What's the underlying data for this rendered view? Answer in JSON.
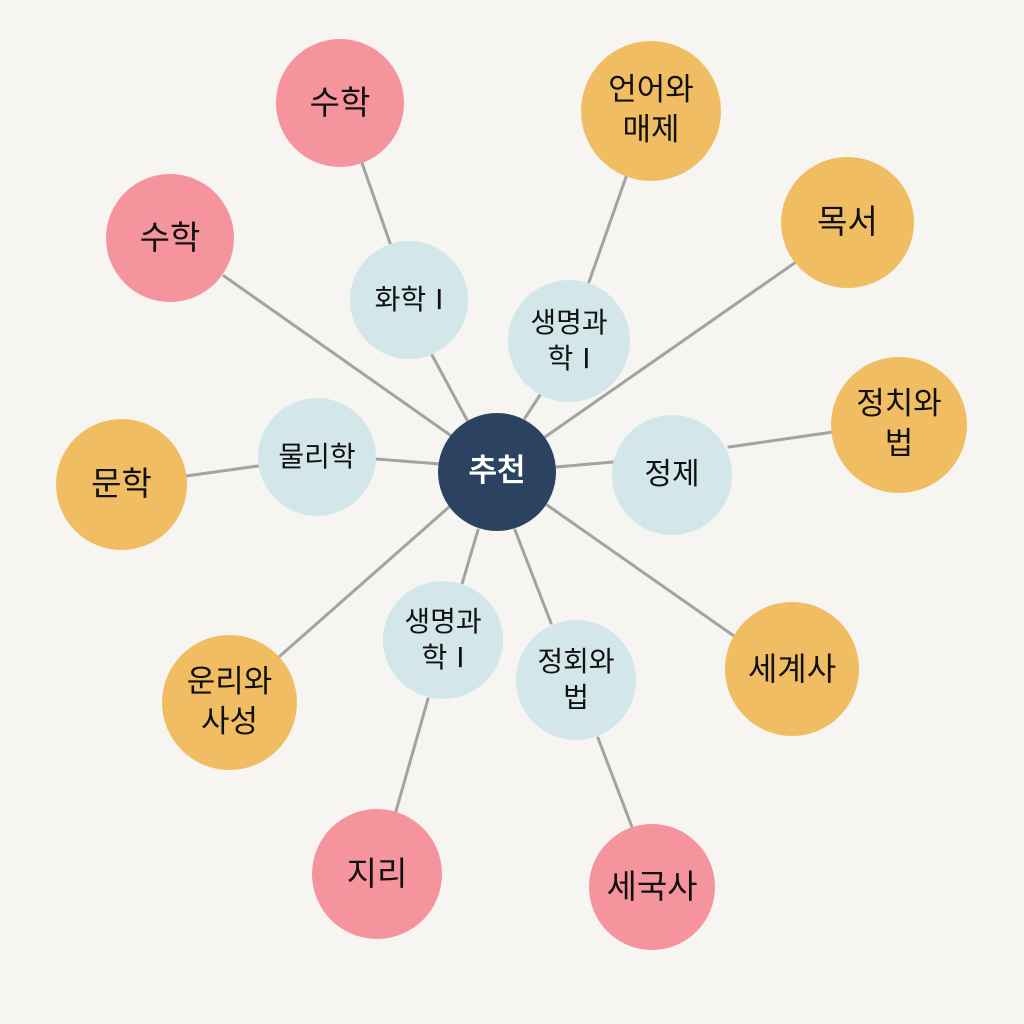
{
  "colors": {
    "background": "#f7f5f1",
    "center": "#2b4361",
    "middle_nodes": "#d3e7ea",
    "pink_nodes": "#f5949d",
    "orange_nodes": "#f1bd63",
    "edges": "#a3a3a3"
  },
  "center": {
    "label": "추천"
  },
  "middle": {
    "hwahak": [
      "화학 I"
    ],
    "saengmyeong1": [
      "생명과",
      "학 I"
    ],
    "mulli": [
      "물리학"
    ],
    "jeongje": [
      "정제"
    ],
    "saengmyeong2": [
      "생명과",
      "학 I"
    ],
    "jeonghoe": [
      "정회와",
      "법"
    ]
  },
  "outer": {
    "suhak1": [
      "수학"
    ],
    "suhak2": [
      "수학"
    ],
    "eoneo": [
      "언어와",
      "매제"
    ],
    "dokseo": [
      "목서"
    ],
    "jeongchi": [
      "정치와",
      "법"
    ],
    "munhak": [
      "문학"
    ],
    "segyesa": [
      "세계사"
    ],
    "yunri": [
      "운리와",
      "사성"
    ],
    "jiri": [
      "지리"
    ],
    "segugsa": [
      "세국사"
    ]
  }
}
